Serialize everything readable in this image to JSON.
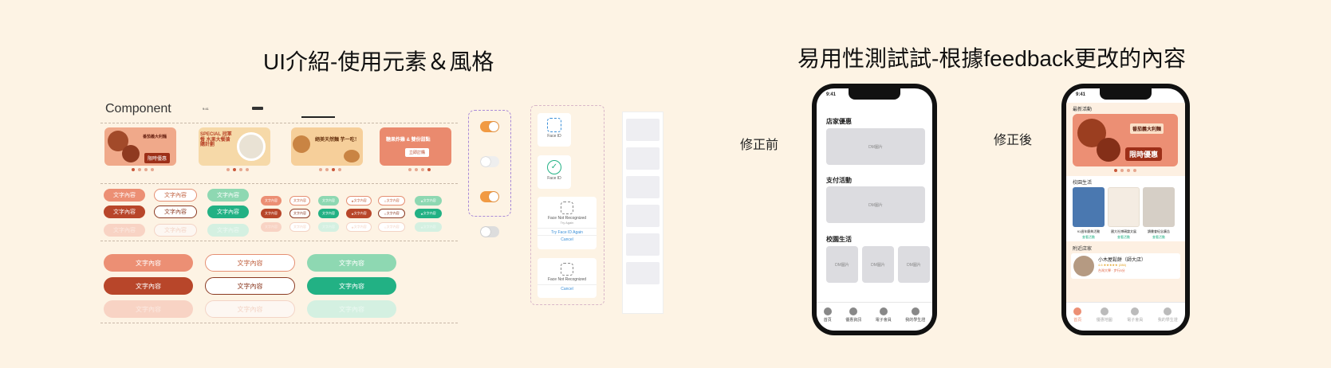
{
  "left_title": "UI介紹-使用元素＆風格",
  "right_title": "易用性測試試-根據feedback更改的內容",
  "component_label": "Component",
  "mini_status_time": "9:41",
  "banners": [
    {
      "text": "番茄義大利麵",
      "badge": "限時優惠"
    },
    {
      "text": "SPECIAL 冠軍餐 水果大餐搶購計劃"
    },
    {
      "text": "絕美天然麵 芋一吃！"
    },
    {
      "text": "糖果炸雞 & 雙份甜點",
      "btn": "立即訂購"
    }
  ],
  "pill_text": "文字內容",
  "pill_outline_text": "文字內容",
  "faceid": {
    "label1": "Face ID",
    "label2": "Face ID",
    "not_recognized": "Face Not Recognized",
    "try_again_hint": "Try Again",
    "try_btn": "Try Face ID Again",
    "cancel": "Cancel",
    "not_recognized2": "Face Not Recognized",
    "cancel2": "Cancel"
  },
  "before_label": "修正前",
  "after_label": "修正後",
  "phone_before": {
    "time": "9:41",
    "sections": [
      "店家優惠",
      "支付活動",
      "校園生活"
    ],
    "placeholder": "DM圖片",
    "tabs": [
      "首頁",
      "優惠資訊",
      "電子會員",
      "我的學生證"
    ]
  },
  "phone_after": {
    "time": "9:41",
    "latest": "最新活動",
    "banner_title": "番茄義大利麵",
    "banner_badge": "限時優惠",
    "campus": "校園生活",
    "cards": [
      {
        "title": "91週年慶典活動",
        "link": "查看活動"
      },
      {
        "title": "國大社博碩論文展",
        "link": "查看活動"
      },
      {
        "title": "讀書會紀念廣告",
        "link": "查看活動"
      }
    ],
    "nearby": "附近店家",
    "shop_name": "小木屋鬆餅（師大店）",
    "shop_rating": "4.6 ★★★★★ (286)",
    "shop_addr": "台灣大學 · 步行5分",
    "tabs": [
      "首頁",
      "優惠地圖",
      "電子會員",
      "我的學生證"
    ]
  },
  "colors": {
    "bg": "#fdf3e4",
    "salmon": "#ec8f74",
    "rust": "#b8462a",
    "mint": "#8ed8b2",
    "teal": "#22b184",
    "orange_toggle": "#f19a43"
  }
}
